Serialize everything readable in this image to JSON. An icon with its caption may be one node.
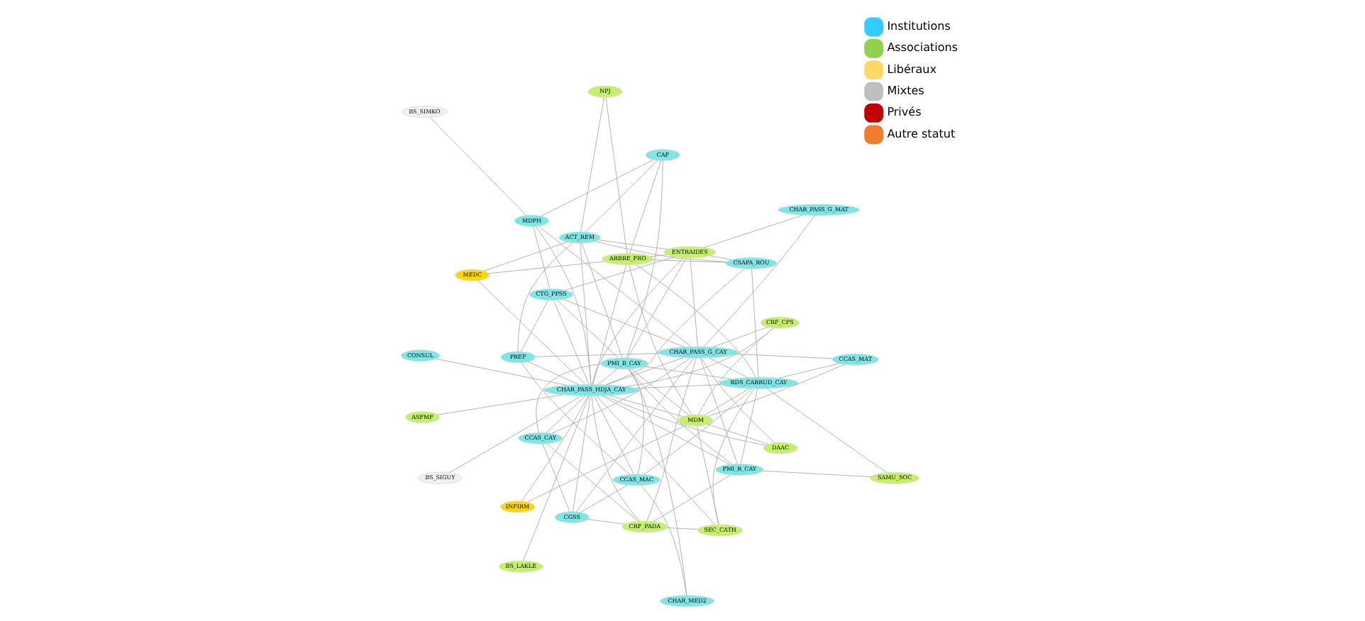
{
  "diagram": {
    "nodes": [
      {
        "text": [
          "CONSUL"
        ]
      },
      {
        "text": [
          "BS_LAKLE"
        ]
      },
      {
        "text": [
          "CHAR_MED2"
        ]
      },
      {
        "text": [
          "BS_SIMKO"
        ]
      },
      {
        "text": [
          "CCAS_MAC"
        ]
      },
      {
        "text": [
          "PREF"
        ]
      },
      {
        "text": [
          "INFIRM"
        ]
      },
      {
        "text": [
          "CGSS"
        ]
      },
      {
        "text": [
          "CTG_PPSS"
        ]
      },
      {
        "text": [
          "MDPH"
        ]
      },
      {
        "text": [
          "BS_SIGUY"
        ]
      },
      {
        "text": [
          "CCAS_CAY"
        ]
      },
      {
        "text": [
          "DAAC"
        ]
      },
      {
        "text": [
          "CRF_CPS"
        ]
      },
      {
        "text": [
          "CHAR_PASS_G_CAY"
        ]
      },
      {
        "text": [
          "CHAR_PASS_HDJA_CAY"
        ]
      },
      {
        "text": [
          "CHAR_PASS_G_MAT"
        ]
      },
      {
        "text": [
          "CRF_PADA"
        ]
      },
      {
        "text": [
          "MEDC"
        ]
      },
      {
        "text": [
          "ACT_REM"
        ]
      },
      {
        "text": [
          "PMI_B_CAY"
        ]
      },
      {
        "text": [
          "ASFMF"
        ]
      },
      {
        "text": [
          "MDM"
        ]
      },
      {
        "text": [
          "CCAS_MAT"
        ]
      },
      {
        "text": [
          "ENTRAIDES"
        ]
      },
      {
        "text": [
          "PMI_R_CAY"
        ]
      },
      {
        "text": [
          "CAF"
        ]
      },
      {
        "text": [
          "ARBRE_FRO"
        ]
      },
      {
        "text": [
          "RDS_CARRUD_CAY"
        ]
      },
      {
        "text": [
          "SAMU_SOC"
        ]
      },
      {
        "text": [
          "CSAPA_ROU"
        ]
      },
      {
        "text": [
          "NPJ"
        ]
      },
      {
        "text": [
          "SEC_CATH"
        ]
      }
    ],
    "edges": [
      {
        "from": 0,
        "to": 15,
        "arrow": "none"
      },
      {
        "from": 1,
        "to": 15,
        "arrow": "none"
      },
      {
        "from": 3,
        "to": 9,
        "arrow": "none"
      },
      {
        "from": 10,
        "to": 15,
        "arrow": "none"
      },
      {
        "from": 21,
        "to": 15,
        "arrow": "none"
      },
      {
        "from": 2,
        "to": 4,
        "arrow": "none"
      },
      {
        "from": 2,
        "to": 20,
        "arrow": "none"
      },
      {
        "from": 6,
        "to": 15,
        "arrow": "none"
      },
      {
        "from": 6,
        "to": 22,
        "arrow": "none"
      },
      {
        "from": 7,
        "to": 4,
        "arrow": "none"
      },
      {
        "from": 7,
        "to": 15,
        "arrow": "none"
      },
      {
        "from": 7,
        "to": 11,
        "arrow": "none"
      },
      {
        "from": 7,
        "to": 14,
        "arrow": "none"
      },
      {
        "from": 7,
        "to": 17,
        "arrow": "none"
      },
      {
        "from": 4,
        "to": 15,
        "arrow": "none"
      },
      {
        "from": 4,
        "to": 20,
        "arrow": "none"
      },
      {
        "from": 4,
        "to": 28,
        "arrow": "none"
      },
      {
        "from": 4,
        "to": 5,
        "arrow": "none"
      },
      {
        "from": 5,
        "to": 15,
        "arrow": "none"
      },
      {
        "from": 5,
        "to": 14,
        "arrow": "none"
      },
      {
        "from": 5,
        "to": 19,
        "arrow": "none"
      },
      {
        "from": 5,
        "to": 8,
        "arrow": "none"
      },
      {
        "from": 8,
        "to": 15,
        "arrow": "none"
      },
      {
        "from": 8,
        "to": 9,
        "arrow": "none"
      },
      {
        "from": 8,
        "to": 14,
        "arrow": "none"
      },
      {
        "from": 8,
        "to": 24,
        "arrow": "none"
      },
      {
        "from": 8,
        "to": 20,
        "arrow": "none"
      },
      {
        "from": 9,
        "to": 15,
        "arrow": "none"
      },
      {
        "from": 9,
        "to": 26,
        "arrow": "none"
      },
      {
        "from": 9,
        "to": 14,
        "arrow": "none"
      },
      {
        "from": 11,
        "to": 15,
        "arrow": "none"
      },
      {
        "from": 11,
        "to": 14,
        "arrow": "none"
      },
      {
        "from": 11,
        "to": 20,
        "arrow": "none"
      },
      {
        "from": 11,
        "to": 17,
        "arrow": "none"
      },
      {
        "from": 12,
        "to": 14,
        "arrow": "none"
      },
      {
        "from": 12,
        "to": 15,
        "arrow": "none"
      },
      {
        "from": 12,
        "to": 22,
        "arrow": "none"
      },
      {
        "from": 13,
        "to": 15,
        "arrow": "none"
      },
      {
        "from": 13,
        "to": 14,
        "arrow": "none"
      },
      {
        "from": 13,
        "to": 22,
        "arrow": "none"
      },
      {
        "from": 14,
        "to": 16,
        "arrow": "none"
      },
      {
        "from": 14,
        "to": 15,
        "arrow": "none"
      },
      {
        "from": 14,
        "to": 17,
        "arrow": "none"
      },
      {
        "from": 14,
        "to": 23,
        "arrow": "none"
      },
      {
        "from": 14,
        "to": 25,
        "arrow": "none"
      },
      {
        "from": 14,
        "to": 28,
        "arrow": "none"
      },
      {
        "from": 14,
        "to": 24,
        "arrow": "none"
      },
      {
        "from": 16,
        "to": 24,
        "arrow": "none"
      },
      {
        "from": 15,
        "to": 17,
        "arrow": "none"
      },
      {
        "from": 15,
        "to": 18,
        "arrow": "none"
      },
      {
        "from": 15,
        "to": 19,
        "arrow": "none"
      },
      {
        "from": 15,
        "to": 20,
        "arrow": "none"
      },
      {
        "from": 15,
        "to": 22,
        "arrow": "none"
      },
      {
        "from": 15,
        "to": 24,
        "arrow": "none"
      },
      {
        "from": 15,
        "to": 27,
        "arrow": "none"
      },
      {
        "from": 15,
        "to": 28,
        "arrow": "none"
      },
      {
        "from": 15,
        "to": 30,
        "arrow": "none"
      },
      {
        "from": 15,
        "to": 32,
        "arrow": "none"
      },
      {
        "from": 18,
        "to": 19,
        "arrow": "none"
      },
      {
        "from": 18,
        "to": 27,
        "arrow": "none"
      },
      {
        "from": 19,
        "to": 24,
        "arrow": "none"
      },
      {
        "from": 19,
        "to": 26,
        "arrow": "none"
      },
      {
        "from": 19,
        "to": 30,
        "arrow": "none"
      },
      {
        "from": 19,
        "to": 31,
        "arrow": "none"
      },
      {
        "from": 19,
        "to": 20,
        "arrow": "none"
      },
      {
        "from": 20,
        "to": 22,
        "arrow": "none"
      },
      {
        "from": 20,
        "to": 25,
        "arrow": "none"
      },
      {
        "from": 20,
        "to": 28,
        "arrow": "none"
      },
      {
        "from": 20,
        "to": 26,
        "arrow": "none"
      },
      {
        "from": 20,
        "to": 24,
        "arrow": "none"
      },
      {
        "from": 22,
        "to": 23,
        "arrow": "none"
      },
      {
        "from": 22,
        "to": 28,
        "arrow": "none"
      },
      {
        "from": 22,
        "to": 32,
        "arrow": "none"
      },
      {
        "from": 22,
        "to": 27,
        "arrow": "none"
      },
      {
        "from": 23,
        "to": 28,
        "arrow": "none"
      },
      {
        "from": 25,
        "to": 29,
        "arrow": "none"
      },
      {
        "from": 25,
        "to": 28,
        "arrow": "none"
      },
      {
        "from": 25,
        "to": 15,
        "arrow": "none"
      },
      {
        "from": 24,
        "to": 27,
        "arrow": "none"
      },
      {
        "from": 24,
        "to": 30,
        "arrow": "none"
      },
      {
        "from": 27,
        "to": 26,
        "arrow": "none"
      },
      {
        "from": 27,
        "to": 31,
        "arrow": "none"
      },
      {
        "from": 27,
        "to": 30,
        "arrow": "none"
      },
      {
        "from": 27,
        "to": 28,
        "arrow": "none"
      },
      {
        "from": 28,
        "to": 29,
        "arrow": "none"
      },
      {
        "from": 28,
        "to": 32,
        "arrow": "none"
      },
      {
        "from": 28,
        "to": 30,
        "arrow": "none"
      },
      {
        "from": 17,
        "to": 25,
        "arrow": "none"
      },
      {
        "from": 17,
        "to": 32,
        "arrow": "none"
      }
    ],
    "legend": [
      {
        "text": "Institutions",
        "color": "#33ccff"
      },
      {
        "text": "Associations",
        "color": "#92d050"
      },
      {
        "text": "Libéraux",
        "color": "#ffd966"
      },
      {
        "text": "Mixtes",
        "color": "#bfbfbf"
      },
      {
        "text": "Privés",
        "color": "#c00000"
      },
      {
        "text": "Autre statut",
        "color": "#ed7d31"
      }
    ]
  }
}
